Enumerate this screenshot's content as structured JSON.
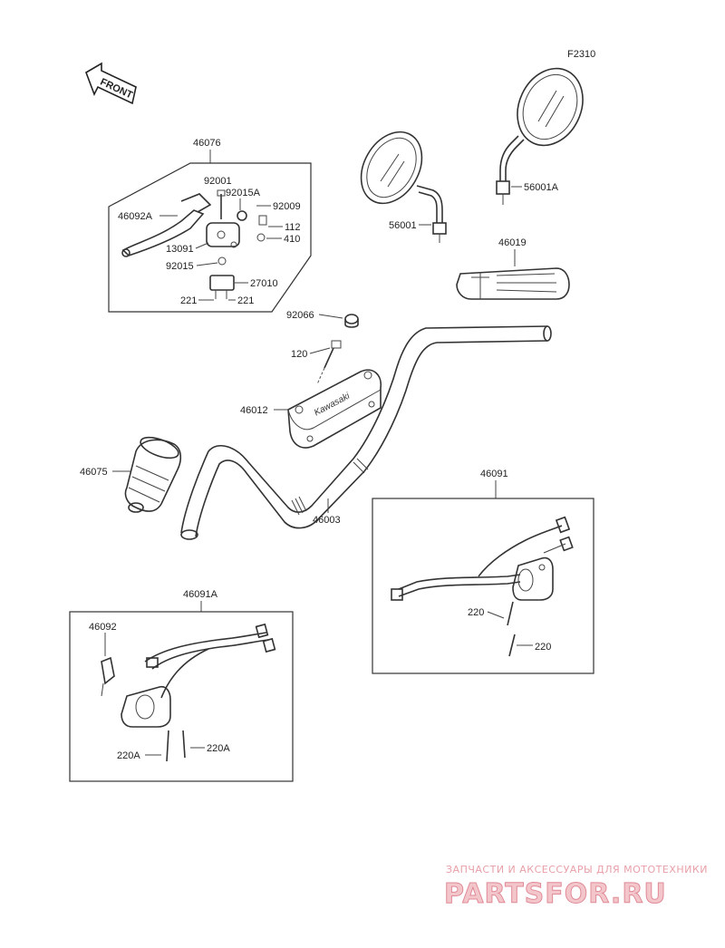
{
  "diagram": {
    "code": "F2310",
    "front_label": "FRONT",
    "brand_text": "Kawasaki",
    "parts": {
      "p46076": "46076",
      "p92001": "92001",
      "p92015A": "92015A",
      "p92009": "92009",
      "p46092A": "46092A",
      "p112": "112",
      "p13091": "13091",
      "p410": "410",
      "p92015": "92015",
      "p27010": "27010",
      "p221a": "221",
      "p221b": "221",
      "p56001": "56001",
      "p56001A": "56001A",
      "p46019": "46019",
      "p92066": "92066",
      "p120": "120",
      "p46012": "46012",
      "p46075": "46075",
      "p46003": "46003",
      "p46091": "46091",
      "p220a": "220",
      "p220b": "220",
      "p46091A": "46091A",
      "p46092": "46092",
      "p220A1": "220A",
      "p220A2": "220A"
    }
  },
  "watermark": {
    "tagline": "ЗАПЧАСТИ И АКСЕССУАРЫ ДЛЯ МОТОТЕХНИКИ",
    "logo": "PARTSFOR.RU"
  }
}
